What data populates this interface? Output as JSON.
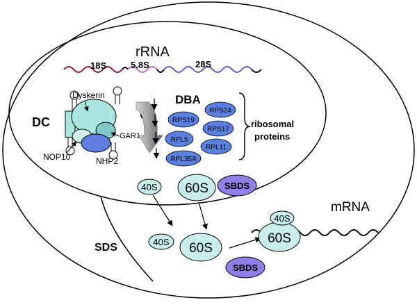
{
  "rrna": {
    "title": "rRNA",
    "seg_18s": "18S",
    "seg_58s": "5.8S",
    "seg_28s": "28S",
    "color_18s": "#8b1a3a",
    "color_58s": "#c46ad0",
    "color_28s": "#6a55c8"
  },
  "dc": {
    "label": "DC",
    "dyskerin": "Dyskerin",
    "gar1": "GAR1",
    "nop10": "NOP10",
    "nhp2": "NHP2",
    "psi": "Ψ"
  },
  "dba": {
    "label": "DBA",
    "proteins": [
      "RPS19",
      "RPS24",
      "RPS17",
      "RPL5",
      "RPL11",
      "RPL35A"
    ],
    "brace_label_line1": "ribosomal",
    "brace_label_line2": "proteins"
  },
  "sds": {
    "label": "SDS",
    "sbds_top": "SBDS",
    "sbds_bottom": "SBDS",
    "sub40_a": "40S",
    "sub60_a": "60S",
    "sub40_b": "40S",
    "sub60_b": "60S",
    "ribo40": "40S",
    "ribo60": "60S",
    "mrna": "mRNA"
  },
  "colors": {
    "subunit_fill": "#c9ecec",
    "ribprot_fill": "#5a80e0",
    "sbds_fill": "#8f7fe6",
    "dyskerin_fill": "#a9e6e0",
    "nhp2_fill": "#5f7fe0"
  }
}
